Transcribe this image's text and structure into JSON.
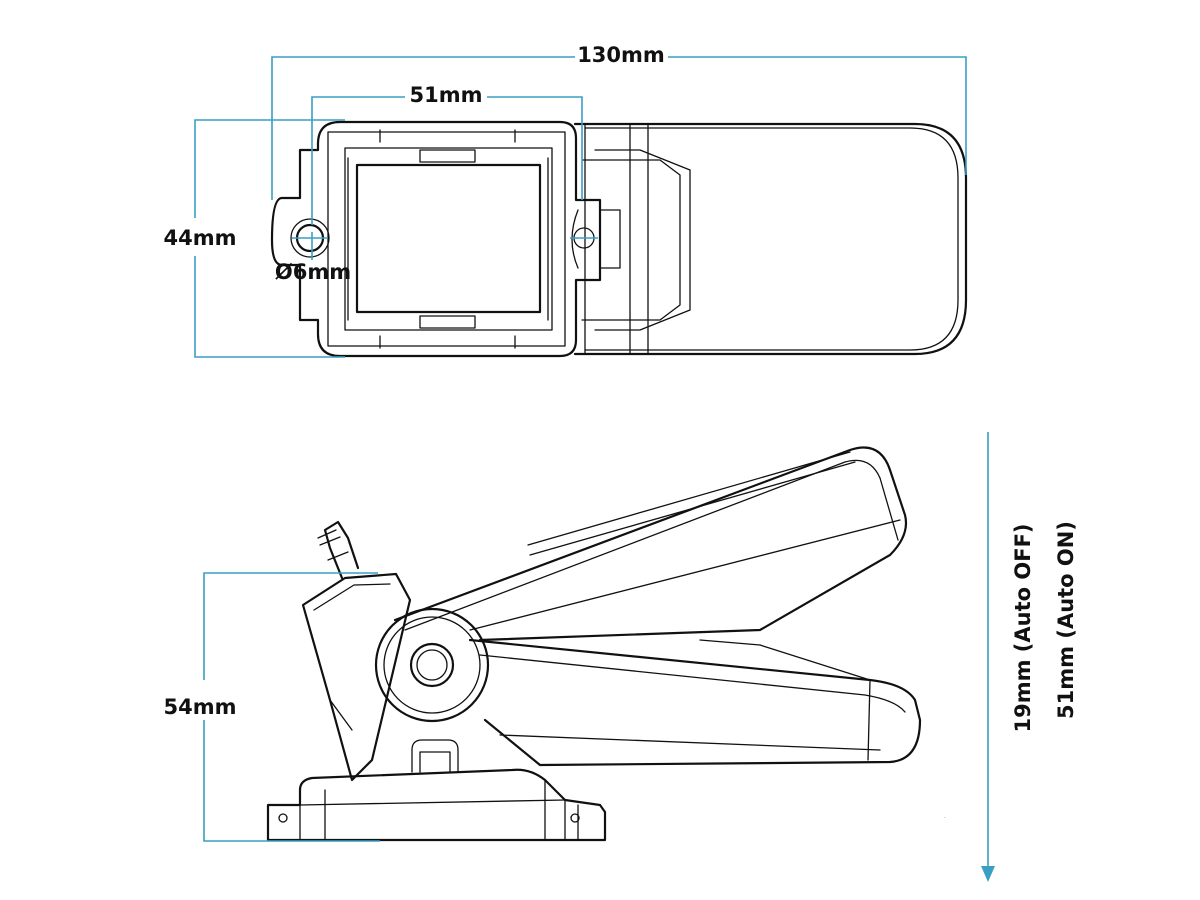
{
  "dimensions": {
    "overall_length": "130mm",
    "body_width": "51mm",
    "body_height": "44mm",
    "hole_diameter": "Ø6mm",
    "side_height": "54mm",
    "travel_off": "19mm (Auto OFF)",
    "travel_on": "51mm (Auto ON)"
  },
  "colors": {
    "dimension_line": "#3a9fc4",
    "outline": "#111111",
    "background": "#ffffff"
  }
}
